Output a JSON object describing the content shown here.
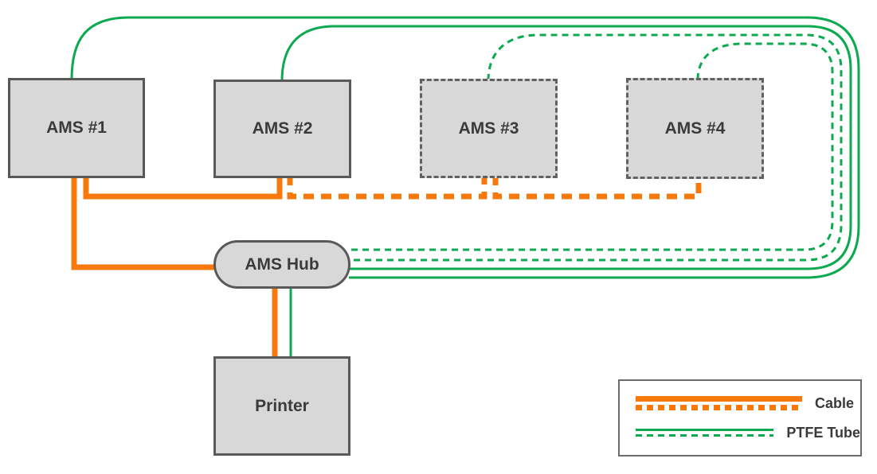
{
  "nodes": {
    "ams1": {
      "label": "AMS #1",
      "style": "solid"
    },
    "ams2": {
      "label": "AMS #2",
      "style": "solid"
    },
    "ams3": {
      "label": "AMS #3",
      "style": "dashed"
    },
    "ams4": {
      "label": "AMS #4",
      "style": "dashed"
    },
    "hub": {
      "label": "AMS Hub",
      "style": "solid"
    },
    "printer": {
      "label": "Printer",
      "style": "solid"
    }
  },
  "connections": [
    {
      "from": "ams1",
      "to": "hub",
      "type": "cable",
      "style": "solid"
    },
    {
      "from": "ams2",
      "to": "ams1",
      "type": "cable",
      "style": "solid"
    },
    {
      "from": "ams2",
      "to": "ams3",
      "type": "cable",
      "style": "dashed"
    },
    {
      "from": "ams3",
      "to": "ams4",
      "type": "cable",
      "style": "dashed"
    },
    {
      "from": "hub",
      "to": "printer",
      "type": "cable",
      "style": "solid"
    },
    {
      "from": "ams1",
      "to": "hub",
      "type": "ptfe_tube",
      "style": "solid"
    },
    {
      "from": "ams2",
      "to": "hub",
      "type": "ptfe_tube",
      "style": "solid"
    },
    {
      "from": "ams3",
      "to": "hub",
      "type": "ptfe_tube",
      "style": "dashed"
    },
    {
      "from": "ams4",
      "to": "hub",
      "type": "ptfe_tube",
      "style": "dashed"
    },
    {
      "from": "hub",
      "to": "printer",
      "type": "ptfe_tube",
      "style": "solid"
    }
  ],
  "legend": {
    "cable_label": "Cable",
    "tube_label": "PTFE Tube"
  },
  "colors": {
    "cable_orange": "#F7790B",
    "tube_green": "#0CA94F",
    "node_fill": "#D8D8D8",
    "node_border": "#595959",
    "text": "#3A3A3A"
  }
}
